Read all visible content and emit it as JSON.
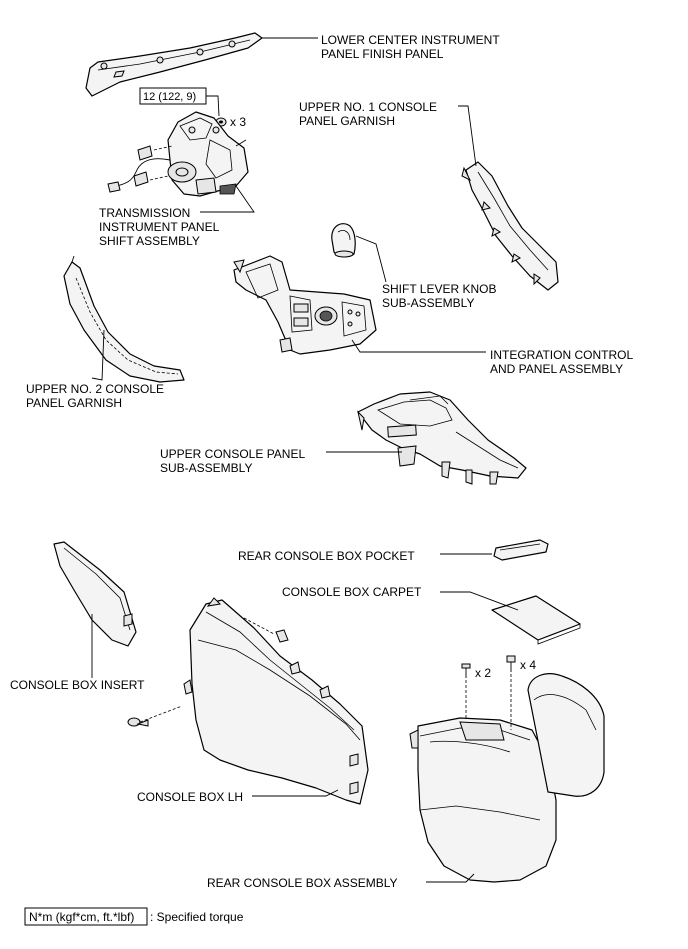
{
  "labels": {
    "lower_center_panel": [
      "LOWER CENTER INSTRUMENT",
      "PANEL FINISH PANEL"
    ],
    "upper_no1_garnish": [
      "UPPER NO. 1 CONSOLE",
      "PANEL GARNISH"
    ],
    "transmission_shift": [
      "TRANSMISSION",
      "INSTRUMENT PANEL",
      "SHIFT ASSEMBLY"
    ],
    "shift_lever_knob": [
      "SHIFT LEVER KNOB",
      "SUB-ASSEMBLY"
    ],
    "integration_control": [
      "INTEGRATION CONTROL",
      "AND PANEL ASSEMBLY"
    ],
    "upper_no2_garnish": [
      "UPPER NO. 2 CONSOLE",
      "PANEL GARNISH"
    ],
    "upper_console_panel": [
      "UPPER CONSOLE PANEL",
      "SUB-ASSEMBLY"
    ],
    "rear_console_pocket": [
      "REAR CONSOLE BOX POCKET"
    ],
    "console_box_carpet": [
      "CONSOLE BOX CARPET"
    ],
    "console_box_insert": [
      "CONSOLE BOX INSERT"
    ],
    "console_box_lh": [
      "CONSOLE BOX LH"
    ],
    "rear_console_assembly": [
      "REAR CONSOLE BOX ASSEMBLY"
    ]
  },
  "torque": {
    "value": "12 (122, 9)",
    "count": "x 3"
  },
  "bolt_counts": {
    "left": "x 2",
    "right": "x 4"
  },
  "legend": {
    "box_text": "N*m (kgf*cm, ft.*lbf)",
    "description": ": Specified torque"
  }
}
